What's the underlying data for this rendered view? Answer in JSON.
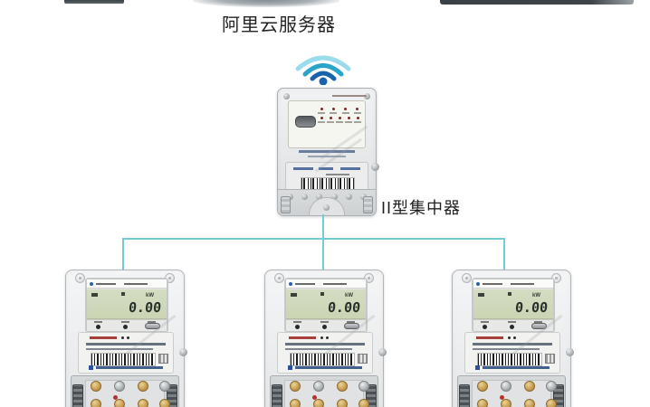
{
  "colors": {
    "line": "#74cbd7",
    "wifiOuter": "#9bdcea",
    "wifiMid": "#2aa4c8",
    "wifiInner": "#1a63ac",
    "lcd": "#cbd5b4",
    "digit": "#27302a",
    "nameplateRed": "#a5403a"
  },
  "header": {
    "cloud_server_label": "阿里云服务器"
  },
  "concentrator": {
    "label": "II型集中器"
  },
  "meters": [
    {
      "reading": "0.00",
      "unit": "kW"
    },
    {
      "reading": "0.00",
      "unit": "kW"
    },
    {
      "reading": "0.00",
      "unit": "kW"
    }
  ]
}
